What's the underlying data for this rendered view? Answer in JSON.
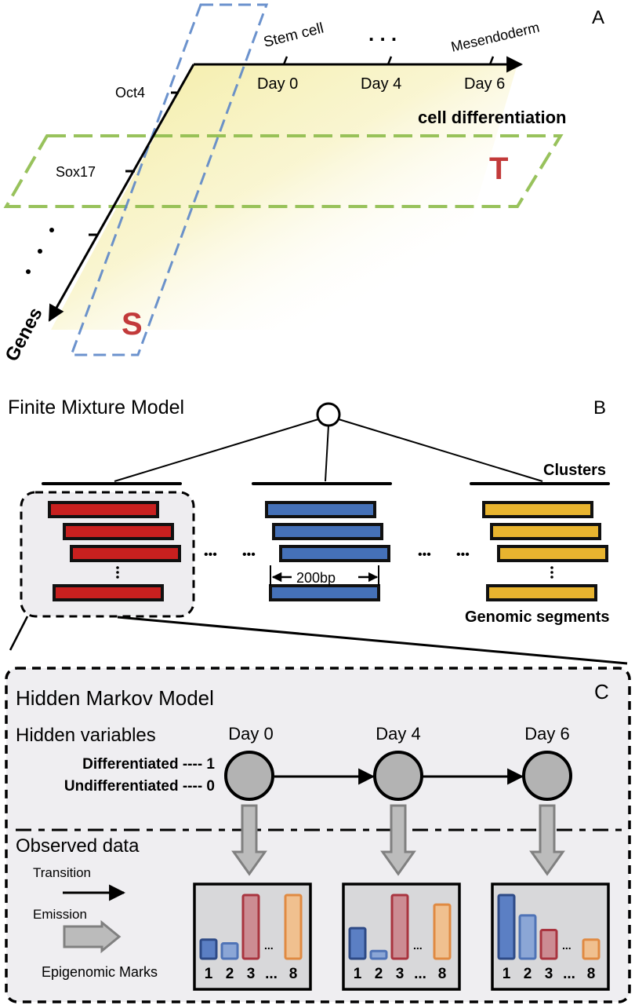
{
  "panelA": {
    "label": "A",
    "x_axis": {
      "ticks": [
        "Day 0",
        "Day 4",
        "Day 6"
      ],
      "title": "cell differentiation",
      "stage_start": "Stem cell",
      "stage_dots": ". . .",
      "stage_end": "Mesendoderm"
    },
    "y_axis": {
      "ticks": [
        "Oct4",
        "Sox17",
        ""
      ],
      "title": "Genes",
      "dots": ". . ."
    },
    "marker_S": "S",
    "marker_T": "T",
    "colors": {
      "plane": "#f5efb0",
      "stem_box": "#5b86c8",
      "gene_box": "#8dbb4a",
      "marker": "#c23a3a"
    }
  },
  "panelB": {
    "label": "B",
    "title": "Finite Mixture Model",
    "clusters_label": "Clusters",
    "segments_label": "Genomic segments",
    "width_label": "200bp",
    "ellipsis": "•••",
    "clusters": [
      {
        "name": "cluster-red",
        "color": "#c8201f",
        "segments": 4
      },
      {
        "name": "cluster-blue",
        "color": "#4571b8",
        "segments": 4
      },
      {
        "name": "cluster-yellow",
        "color": "#e8b42f",
        "segments": 4
      }
    ]
  },
  "panelC": {
    "label": "C",
    "title": "Hidden Markov Model",
    "hidden_label": "Hidden variables",
    "state_1": "Differentiated ---- 1",
    "state_0": "Undifferentiated ---- 0",
    "observed_label": "Observed data",
    "legend": {
      "transition": "Transition",
      "emission": "Emission",
      "marks": "Epigenomic Marks"
    },
    "days": [
      "Day 0",
      "Day 4",
      "Day 6"
    ],
    "mark_labels": [
      "1",
      "2",
      "3",
      "...",
      "8"
    ],
    "mark_colors": {
      "1": {
        "fill": "#5b7fc4",
        "stroke": "#2e4a86"
      },
      "2": {
        "fill": "#8ba6d6",
        "stroke": "#4f73b6"
      },
      "3": {
        "fill": "#cc8c93",
        "stroke": "#a9343f"
      },
      "8": {
        "fill": "#f0c08f",
        "stroke": "#e08a42"
      }
    }
  },
  "chart_data": [
    {
      "type": "bar",
      "title": "Day 0",
      "categories": [
        "1",
        "2",
        "3",
        "8"
      ],
      "values": [
        0.3,
        0.24,
        1.0,
        1.0
      ],
      "ylim": [
        0,
        1
      ]
    },
    {
      "type": "bar",
      "title": "Day 4",
      "categories": [
        "1",
        "2",
        "3",
        "8"
      ],
      "values": [
        0.48,
        0.12,
        1.0,
        0.85
      ],
      "ylim": [
        0,
        1
      ]
    },
    {
      "type": "bar",
      "title": "Day 6",
      "categories": [
        "1",
        "2",
        "3",
        "8"
      ],
      "values": [
        1.0,
        0.68,
        0.45,
        0.3
      ],
      "ylim": [
        0,
        1
      ]
    }
  ]
}
